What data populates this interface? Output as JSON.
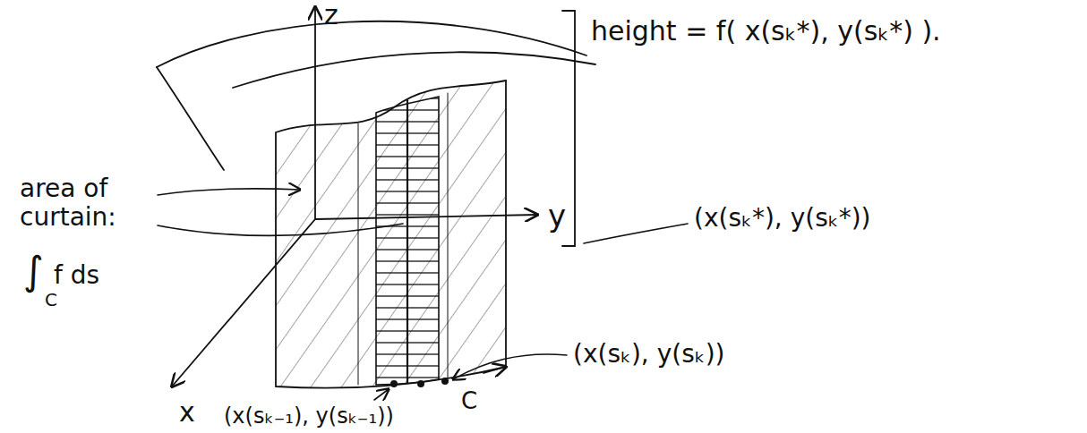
{
  "diagram": {
    "labels": [
      "z",
      "height = f( x(sₖ*), y(sₖ*) ).",
      "area of curtain:",
      "y",
      "(x(sₖ*), y(sₖ*))",
      "∫",
      "f ds",
      "C",
      "C",
      "(x(sₖ), y(sₖ))",
      "(x(sₖ₋₁), y(sₖ₋₁))",
      "x"
    ]
  }
}
